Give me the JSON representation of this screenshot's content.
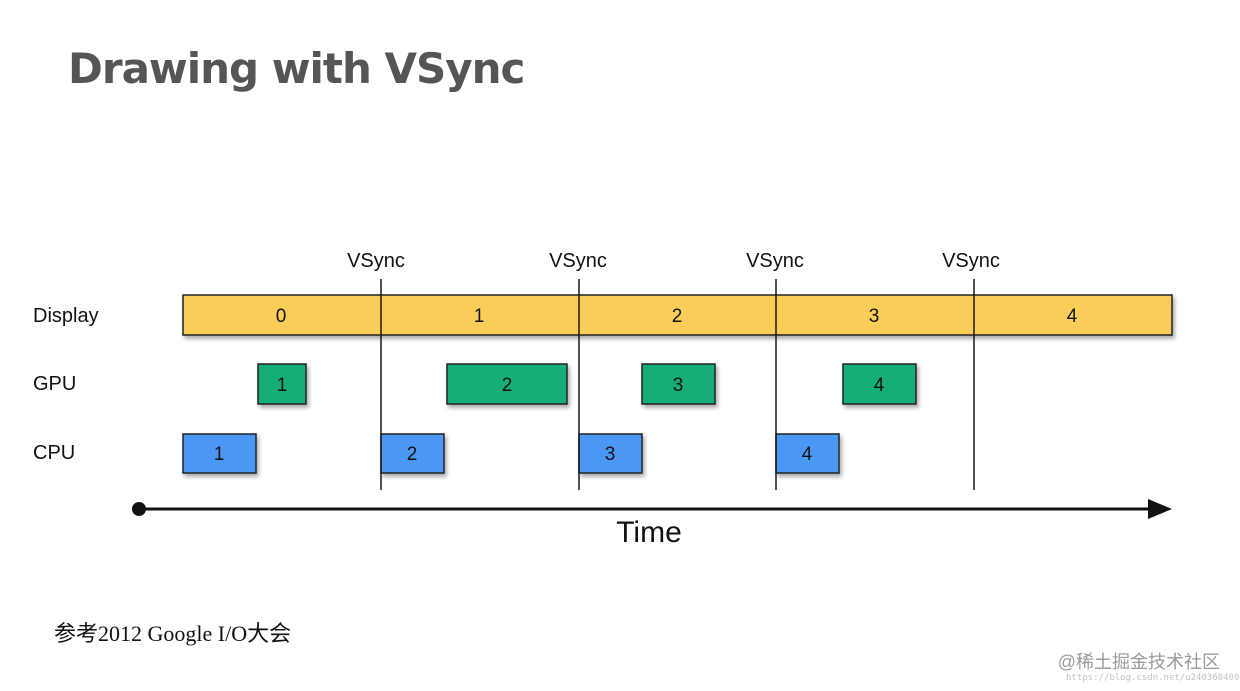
{
  "title": "Drawing with VSync",
  "vsync_label": "VSync",
  "rows": {
    "display": "Display",
    "gpu": "GPU",
    "cpu": "CPU"
  },
  "display_frames": [
    "0",
    "1",
    "2",
    "3",
    "4"
  ],
  "gpu_frames": [
    "1",
    "2",
    "3",
    "4"
  ],
  "cpu_frames": [
    "1",
    "2",
    "3",
    "4"
  ],
  "time_label": "Time",
  "caption": "参考2012 Google I/O大会",
  "watermark": "@稀土掘金技术社区",
  "watermark_url": "https://blog.csdn.net/u240360400",
  "colors": {
    "display": "#f9cd58",
    "gpu": "#12ae76",
    "cpu": "#4b97f4",
    "line": "#1a1a1a"
  }
}
